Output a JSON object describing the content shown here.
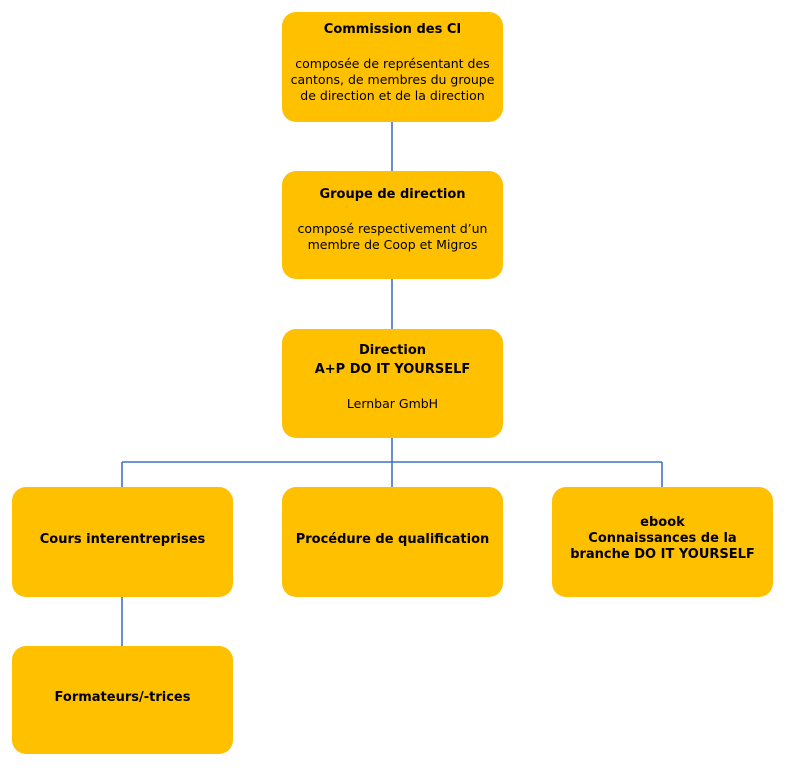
{
  "org_chart": {
    "box_color": "#FFC000",
    "line_color": "#4472C4",
    "commission": {
      "title": "Commission des CI",
      "description": "composée de représentant des cantons, de membres du groupe de direction et de la direction"
    },
    "groupe_direction": {
      "title": "Groupe de direction",
      "description": "composé respectivement d’un membre de Coop et Migros"
    },
    "direction": {
      "title_line1": "Direction",
      "title_line2": "A+P DO IT YOURSELF",
      "description": "Lernbar GmbH"
    },
    "cours": {
      "title": "Cours interentreprises"
    },
    "procedure": {
      "title": "Procédure de qualification"
    },
    "ebook": {
      "title_line1": "ebook",
      "title_line2": "Connaissances de la",
      "title_line3": "branche DO IT YOURSELF"
    },
    "formateurs": {
      "title": "Formateurs/-trices"
    }
  }
}
